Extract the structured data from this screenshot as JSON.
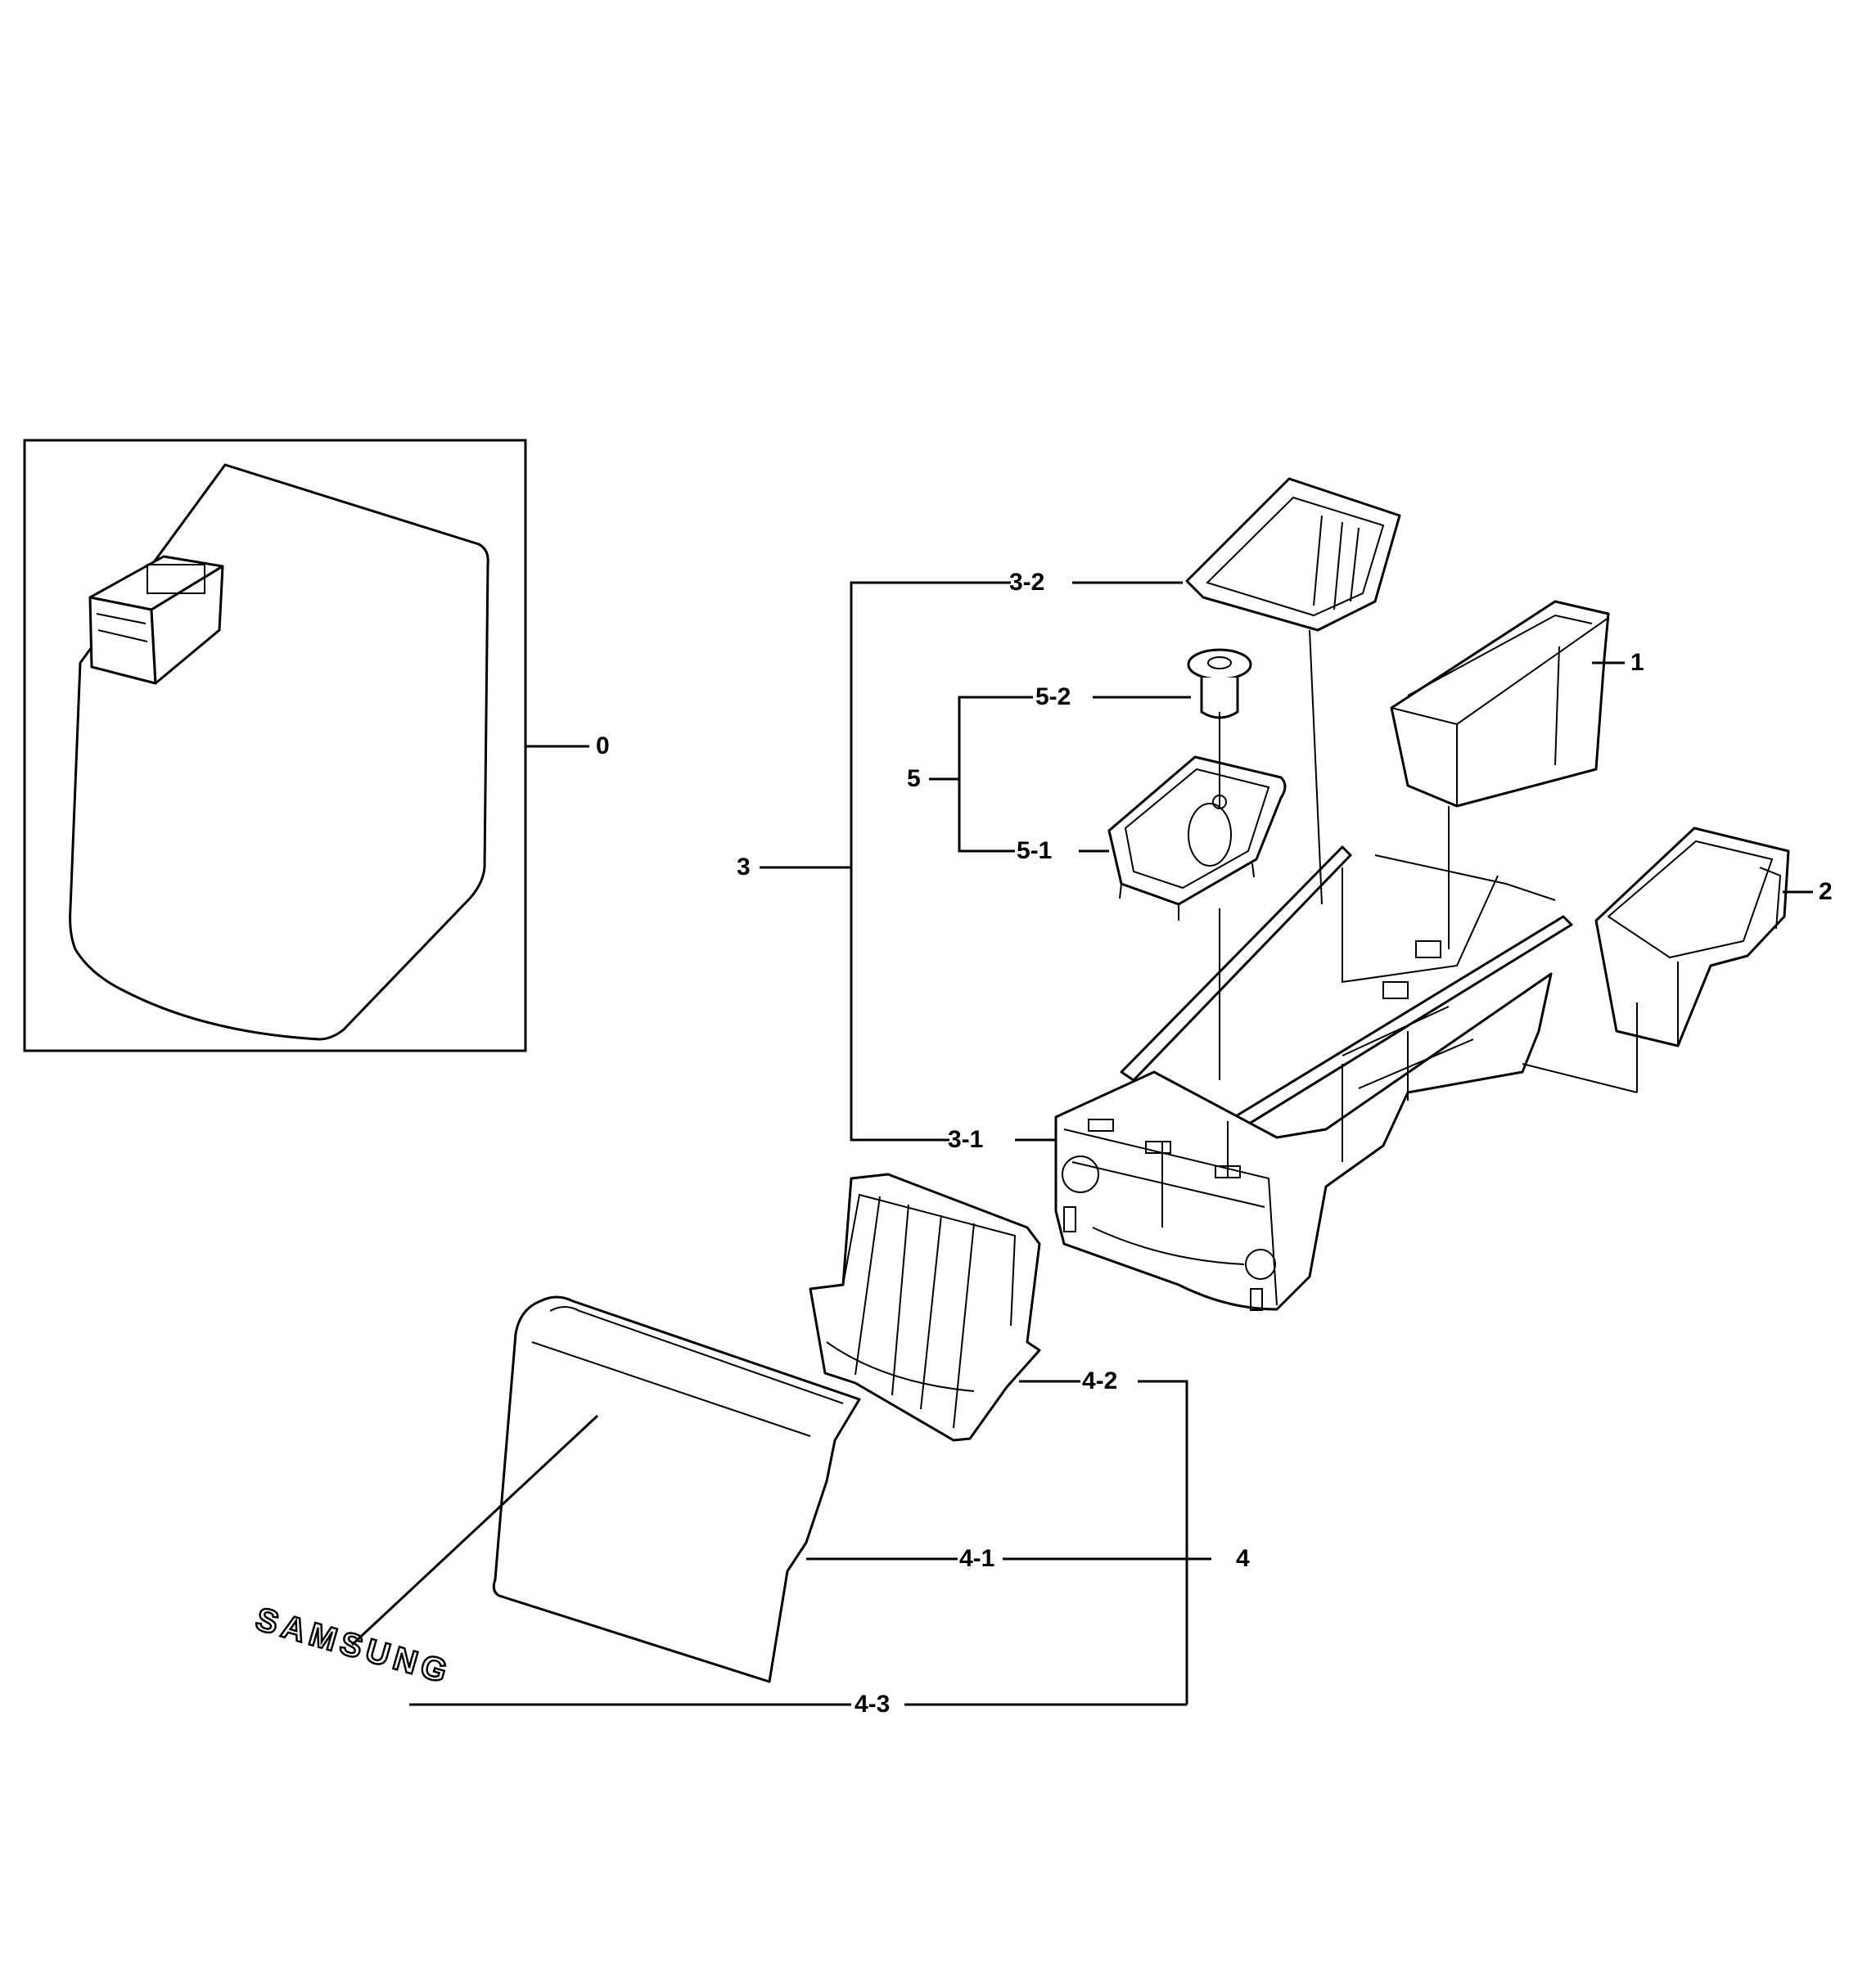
{
  "callouts": {
    "c0": "0",
    "c1": "1",
    "c2": "2",
    "c3": "3",
    "c3_1": "3-1",
    "c3_2": "3-2",
    "c4": "4",
    "c4_1": "4-1",
    "c4_2": "4-2",
    "c4_3": "4-3",
    "c5": "5",
    "c5_1": "5-1",
    "c5_2": "5-2"
  },
  "brand_logo": "SAMSUNG"
}
